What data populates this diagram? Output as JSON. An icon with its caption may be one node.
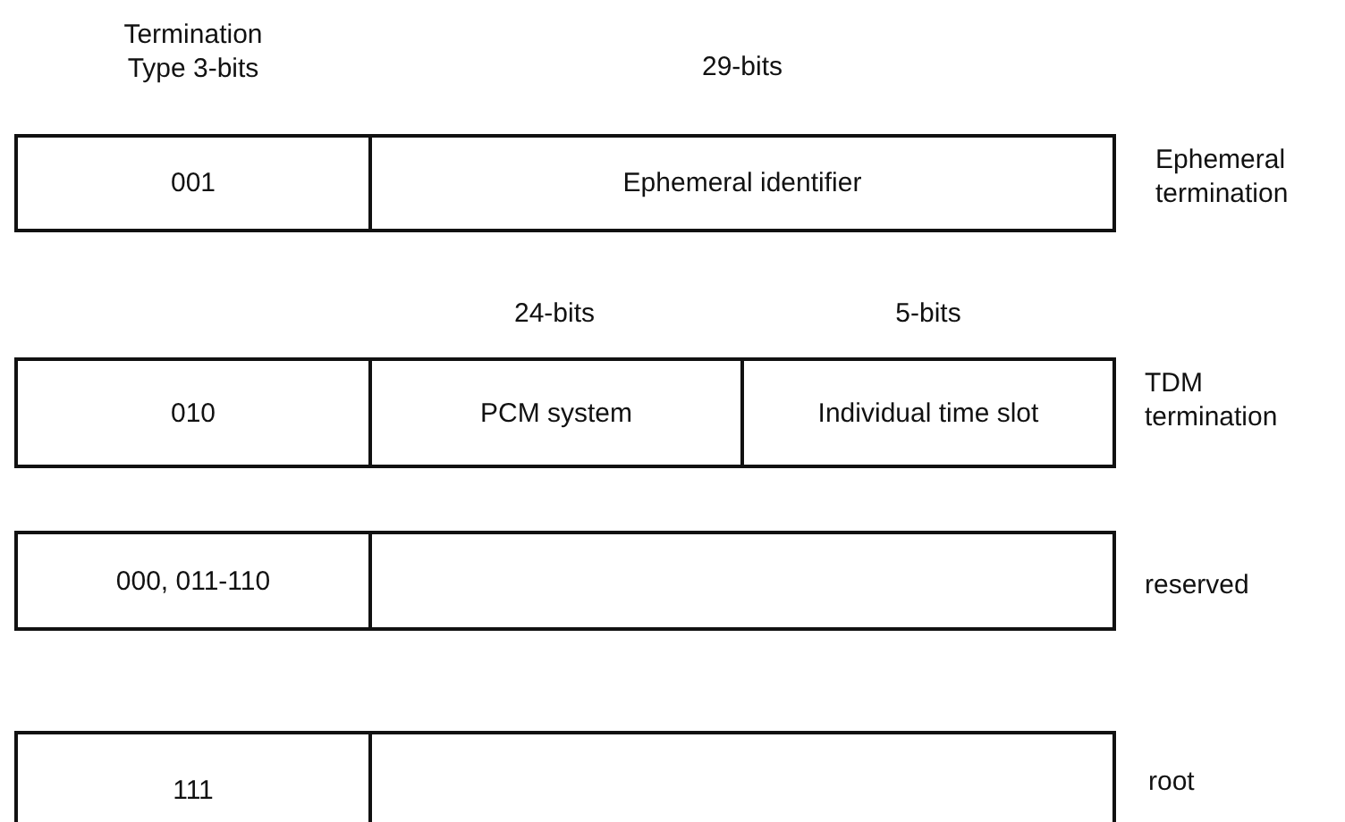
{
  "diagram": {
    "nodes": [
      {
        "text": [
          "001"
        ]
      },
      {
        "text": [
          "Ephemeral identifier"
        ]
      },
      {
        "text": [
          "010"
        ]
      },
      {
        "text": [
          "PCM system"
        ]
      },
      {
        "text": [
          "Individual time slot"
        ]
      },
      {
        "text": [
          "000, 011-110"
        ]
      },
      {
        "text": [],
        "shape": "box"
      },
      {
        "text": [
          "111"
        ]
      },
      {
        "text": [],
        "shape": "box"
      }
    ],
    "edges": [],
    "labels": [
      "Termination Type 3-bits",
      "29-bits",
      "Ephemeral termination",
      "24-bits",
      "5-bits",
      "TDM termination",
      "reserved",
      "root"
    ]
  }
}
